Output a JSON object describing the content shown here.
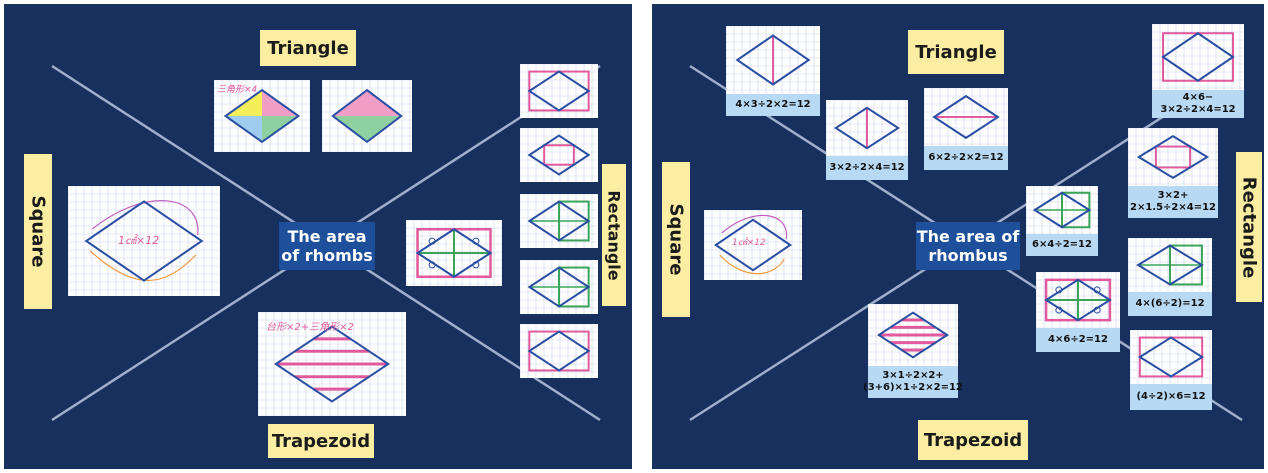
{
  "left_board": {
    "labels": {
      "triangle": "Triangle",
      "square": "Square",
      "rectangle": "Rectangle",
      "trapezoid": "Trapezoid"
    },
    "center_title": "The area\nof rhombs",
    "handwriting": {
      "square_formula": "1㎠×12",
      "trapezoid_formula": "台形×2+三角形×2",
      "triangle_note": "三角形×4"
    }
  },
  "right_board": {
    "labels": {
      "triangle": "Triangle",
      "square": "Square",
      "rectangle": "Rectangle",
      "trapezoid": "Trapezoid"
    },
    "center_title": "The area of\nrhombus",
    "formulas": {
      "f1": "4×3÷2×2=12",
      "f2": "3×2÷2×4=12",
      "f3": "6×2÷2×2=12",
      "f4": "4×6−\n3×2÷2×4=12",
      "f5": "3×2+\n2×1.5÷2×4=12",
      "f6": "6×4÷2=12",
      "f7": "4×(6÷2)=12",
      "f8": "4×6÷2=12",
      "f9": "3×1÷2×2+\n(3+6)×1÷2×2=12",
      "f10": "(4÷2)×6=12"
    },
    "handwriting": {
      "square_formula": "1㎠×12"
    }
  },
  "colors": {
    "board": "#17305d",
    "label_bg": "#fbeea2",
    "center_bg": "#1d4f9b",
    "formula_bg": "#b8d9f4",
    "line": "#9fb0cc",
    "rhombus": "#2a4ea3",
    "pink": "#e05a9d",
    "green": "#3aa55a"
  }
}
